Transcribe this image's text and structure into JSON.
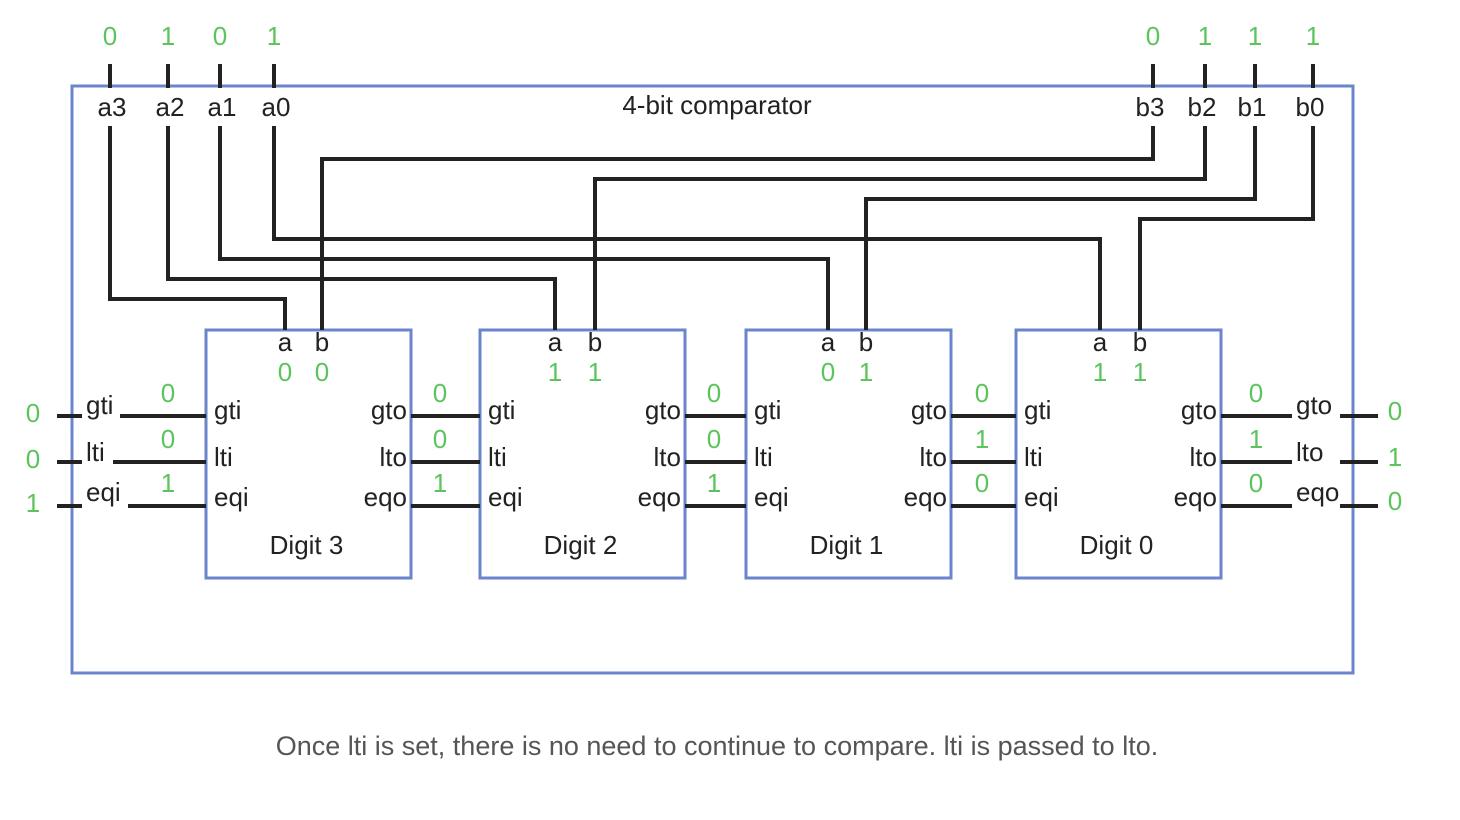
{
  "title": "4-bit comparator",
  "caption": "Once lti is set, there is no need to continue to compare. lti is passed to lto.",
  "colors": {
    "wire": "#222222",
    "box": "#6b85cc",
    "value": "#5cc45c",
    "text": "#222222",
    "caption": "#555555"
  },
  "a_inputs": [
    {
      "label": "a3",
      "value": "0"
    },
    {
      "label": "a2",
      "value": "1"
    },
    {
      "label": "a1",
      "value": "0"
    },
    {
      "label": "a0",
      "value": "1"
    }
  ],
  "b_inputs": [
    {
      "label": "b3",
      "value": "0"
    },
    {
      "label": "b2",
      "value": "1"
    },
    {
      "label": "b1",
      "value": "1"
    },
    {
      "label": "b0",
      "value": "1"
    }
  ],
  "digits": [
    {
      "name": "Digit 3",
      "a_label": "a",
      "b_label": "b",
      "a": "0",
      "b": "0",
      "inputs": [
        "gti",
        "lti",
        "eqi"
      ],
      "outputs": [
        "gto",
        "lto",
        "eqo"
      ]
    },
    {
      "name": "Digit 2",
      "a_label": "a",
      "b_label": "b",
      "a": "1",
      "b": "1",
      "inputs": [
        "gti",
        "lti",
        "eqi"
      ],
      "outputs": [
        "gto",
        "lto",
        "eqo"
      ]
    },
    {
      "name": "Digit 1",
      "a_label": "a",
      "b_label": "b",
      "a": "0",
      "b": "1",
      "inputs": [
        "gti",
        "lti",
        "eqi"
      ],
      "outputs": [
        "gto",
        "lto",
        "eqo"
      ]
    },
    {
      "name": "Digit 0",
      "a_label": "a",
      "b_label": "b",
      "a": "1",
      "b": "1",
      "inputs": [
        "gti",
        "lti",
        "eqi"
      ],
      "outputs": [
        "gto",
        "lto",
        "eqo"
      ]
    }
  ],
  "chain_values": [
    [
      "0",
      "0",
      "1"
    ],
    [
      "0",
      "0",
      "1"
    ],
    [
      "0",
      "0",
      "1"
    ],
    [
      "0",
      "1",
      "0"
    ],
    [
      "0",
      "1",
      "0"
    ]
  ],
  "outer_inputs": {
    "labels": [
      "gti",
      "lti",
      "eqi"
    ],
    "values": [
      "0",
      "0",
      "1"
    ]
  },
  "outer_outputs": {
    "labels": [
      "gto",
      "lto",
      "eqo"
    ],
    "values": [
      "0",
      "1",
      "0"
    ]
  }
}
